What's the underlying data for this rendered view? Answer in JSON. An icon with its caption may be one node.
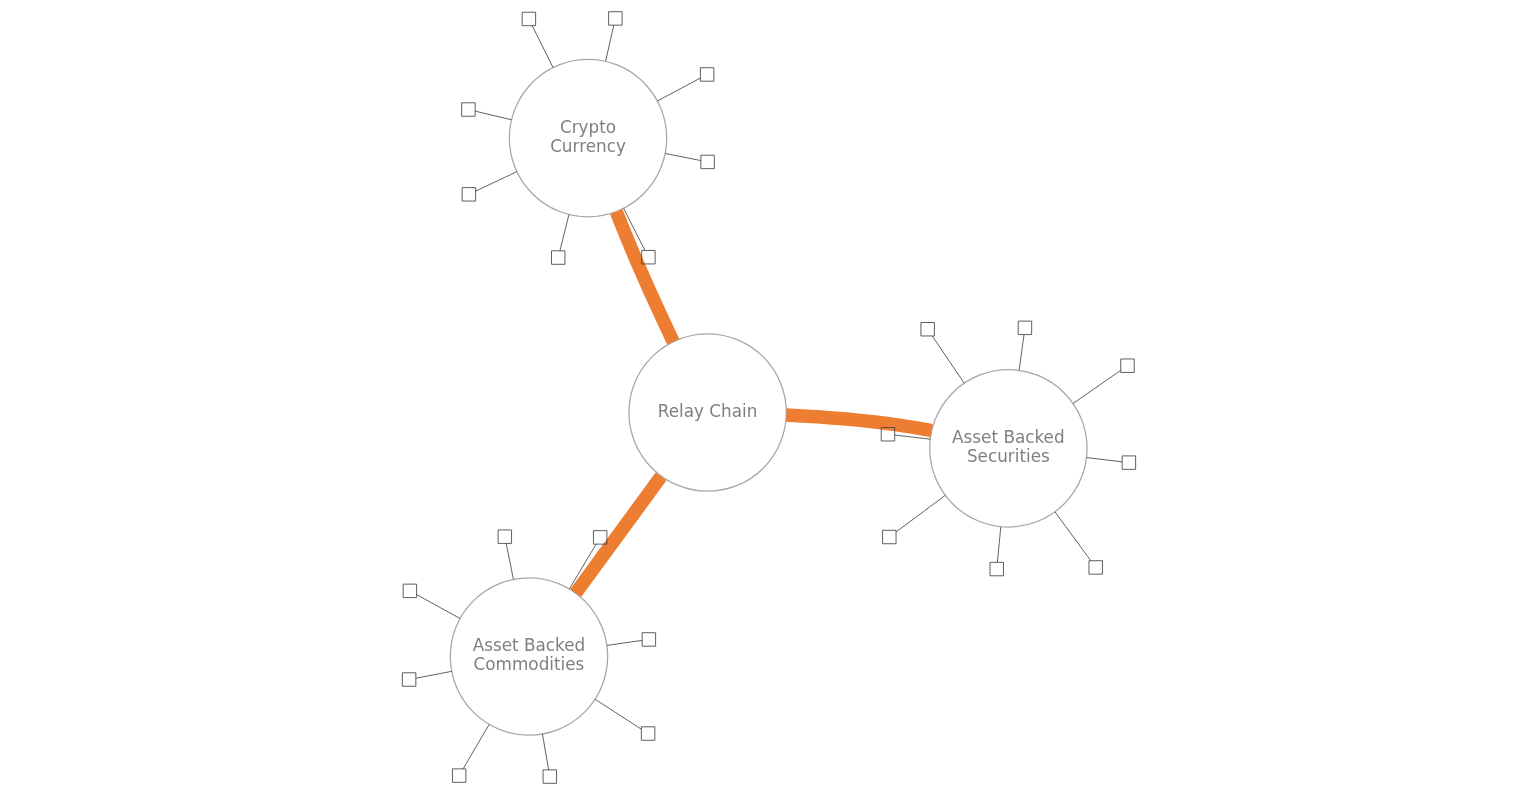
{
  "diagram": {
    "nodes": [
      {
        "text": [
          "Asset Backed Commodities"
        ]
      },
      {
        "text": [
          "Relay Chain"
        ]
      },
      {
        "text": [
          "Asset Backed Securities"
        ]
      },
      {
        "text": [
          "Crypto Currency"
        ]
      },
      {
        "text": [],
        "shape": "box"
      },
      {
        "text": [],
        "shape": "box"
      },
      {
        "text": [],
        "shape": "box"
      },
      {
        "text": [],
        "shape": "box"
      },
      {
        "text": [],
        "shape": "box"
      },
      {
        "text": [],
        "shape": "box"
      },
      {
        "text": [],
        "shape": "box"
      },
      {
        "text": [],
        "shape": "box"
      },
      {
        "text": [],
        "shape": "box"
      },
      {
        "text": [],
        "shape": "box"
      },
      {
        "text": [],
        "shape": "box"
      },
      {
        "text": [],
        "shape": "box"
      },
      {
        "text": [],
        "shape": "box"
      },
      {
        "text": [],
        "shape": "box"
      },
      {
        "text": [],
        "shape": "box"
      },
      {
        "text": [],
        "shape": "box"
      },
      {
        "text": [],
        "shape": "box"
      },
      {
        "text": [],
        "shape": "box"
      },
      {
        "text": [],
        "shape": "box"
      },
      {
        "text": [],
        "shape": "box"
      },
      {
        "text": [],
        "shape": "box"
      },
      {
        "text": [],
        "shape": "box"
      },
      {
        "text": [],
        "shape": "box"
      },
      {
        "text": [],
        "shape": "box"
      }
    ],
    "edges": [
      {
        "from": 1,
        "to": 0,
        "arrow": "none",
        "style": "thick",
        "color": "#ed7d31"
      },
      {
        "from": 1,
        "to": 2,
        "arrow": "none",
        "style": "thick",
        "color": "#ed7d31"
      },
      {
        "from": 1,
        "to": 3,
        "arrow": "none",
        "style": "thick",
        "color": "#ed7d31"
      },
      {
        "from": 4,
        "to": 0,
        "arrow": "none"
      },
      {
        "from": 5,
        "to": 0,
        "arrow": "none"
      },
      {
        "from": 6,
        "to": 0,
        "arrow": "none"
      },
      {
        "from": 7,
        "to": 0,
        "arrow": "none"
      },
      {
        "from": 8,
        "to": 0,
        "arrow": "none"
      },
      {
        "from": 9,
        "to": 0,
        "arrow": "none"
      },
      {
        "from": 10,
        "to": 0,
        "arrow": "none"
      },
      {
        "from": 11,
        "to": 0,
        "arrow": "none"
      },
      {
        "from": 12,
        "to": 2,
        "arrow": "none"
      },
      {
        "from": 13,
        "to": 2,
        "arrow": "none"
      },
      {
        "from": 14,
        "to": 2,
        "arrow": "none"
      },
      {
        "from": 15,
        "to": 2,
        "arrow": "none"
      },
      {
        "from": 16,
        "to": 2,
        "arrow": "none"
      },
      {
        "from": 17,
        "to": 2,
        "arrow": "none"
      },
      {
        "from": 18,
        "to": 2,
        "arrow": "none"
      },
      {
        "from": 19,
        "to": 2,
        "arrow": "none"
      },
      {
        "from": 20,
        "to": 3,
        "arrow": "none"
      },
      {
        "from": 21,
        "to": 3,
        "arrow": "none"
      },
      {
        "from": 22,
        "to": 3,
        "arrow": "none"
      },
      {
        "from": 23,
        "to": 3,
        "arrow": "none"
      },
      {
        "from": 24,
        "to": 3,
        "arrow": "none"
      },
      {
        "from": 25,
        "to": 3,
        "arrow": "none"
      },
      {
        "from": 26,
        "to": 3,
        "arrow": "none"
      },
      {
        "from": 27,
        "to": 3,
        "arrow": "none"
      }
    ]
  }
}
